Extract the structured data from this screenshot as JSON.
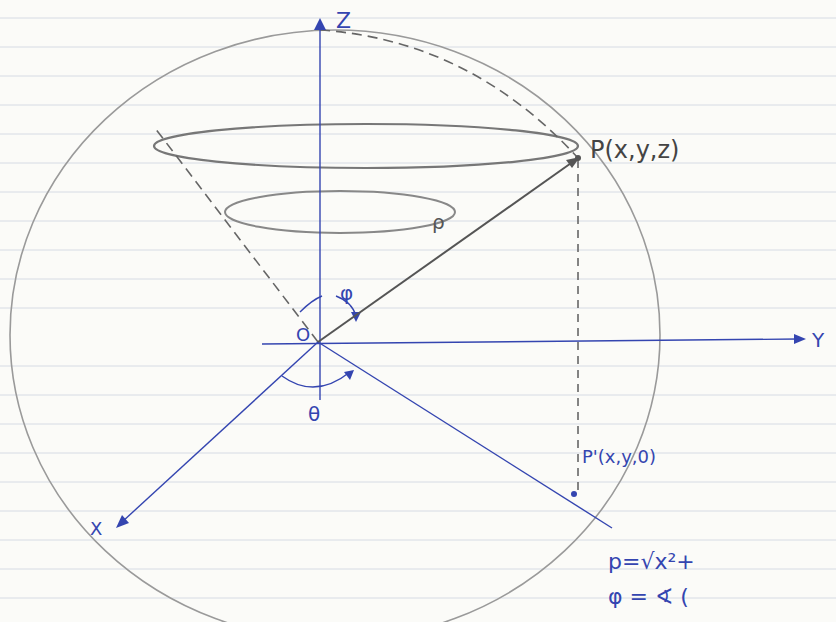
{
  "diagram": {
    "labels": [
      "Z",
      "P(x,y,z)",
      "ρ",
      "φ",
      "O",
      "Y",
      "θ",
      "X",
      "P'(x,y,0)",
      "p=√x²+",
      "φ = ∢ ("
    ]
  }
}
